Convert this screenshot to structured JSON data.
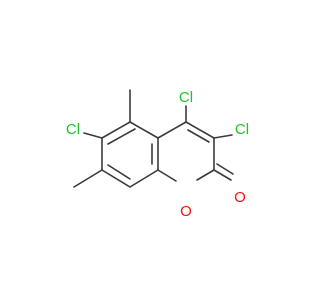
{
  "molecule": {
    "atoms": {
      "cl_4": "Cl",
      "cl_3": "Cl",
      "cl_6": "Cl",
      "o_ring": "O",
      "o_carbonyl": "O"
    }
  },
  "colors": {
    "bond": "#3a3a3a",
    "chlorine": "#22c12b",
    "oxygen": "#ff0d0d",
    "background": "#ffffff"
  }
}
